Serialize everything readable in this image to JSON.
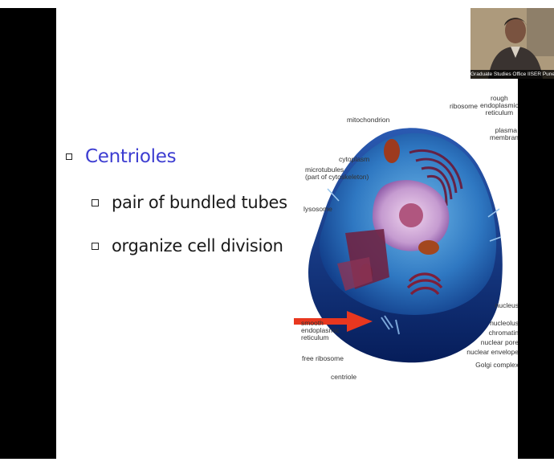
{
  "slide": {
    "bullet_main": "Centrioles",
    "sub_bullets": [
      "pair of bundled tubes",
      "organize cell division"
    ]
  },
  "cell_diagram": {
    "labels": {
      "mitochondrion": "mitochondrion",
      "ribosome": "ribosome",
      "rough_er": "rough\nendoplasmic\nreticulum",
      "plasma_membrane": "plasma\nmembrane",
      "cytoplasm": "cytoplasm",
      "microtubules": "microtubules\n(part of cytoskeleton)",
      "lysosome": "lysosome",
      "smooth_er": "smooth\nendoplasmic\nreticulum",
      "free_ribosome": "free ribosome",
      "centriole": "centriole",
      "nucleus": "nucleus",
      "nucleolus": "nucleolus",
      "chromatin": "chromatin",
      "nuclear_pore": "nuclear pore",
      "nuclear_envelope": "nuclear envelope",
      "golgi_complex": "Golgi complex"
    },
    "arrow_color": "#e8371f",
    "membrane_color": "#1e3f8f"
  },
  "webcam": {
    "participant_name": "Graduate Studies Office IISER Pune"
  },
  "colors": {
    "accent_blue": "#3d3dd1",
    "slide_bg": "#ffffff",
    "letterbox": "#000000"
  }
}
